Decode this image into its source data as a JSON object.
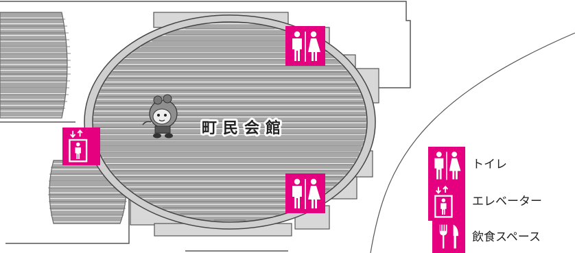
{
  "map": {
    "hall_label": "町民会館",
    "colors": {
      "accent": "#e4007f",
      "floor": "#a8a8a8",
      "floor_stripe": "#666666",
      "annex": "#d6d6d6",
      "outline": "#555555",
      "ring": "#bfbfbf"
    },
    "markers": [
      {
        "name": "restroom-marker-top",
        "icon": "restroom-icon"
      },
      {
        "name": "restroom-marker-bottom",
        "icon": "restroom-icon"
      },
      {
        "name": "elevator-marker",
        "icon": "elevator-icon"
      }
    ]
  },
  "legend": {
    "items": [
      {
        "icon": "restroom-icon",
        "label": "トイレ"
      },
      {
        "icon": "elevator-icon",
        "label": "エレベーター"
      },
      {
        "icon": "dining-icon",
        "label": "飲食スペース"
      }
    ]
  }
}
